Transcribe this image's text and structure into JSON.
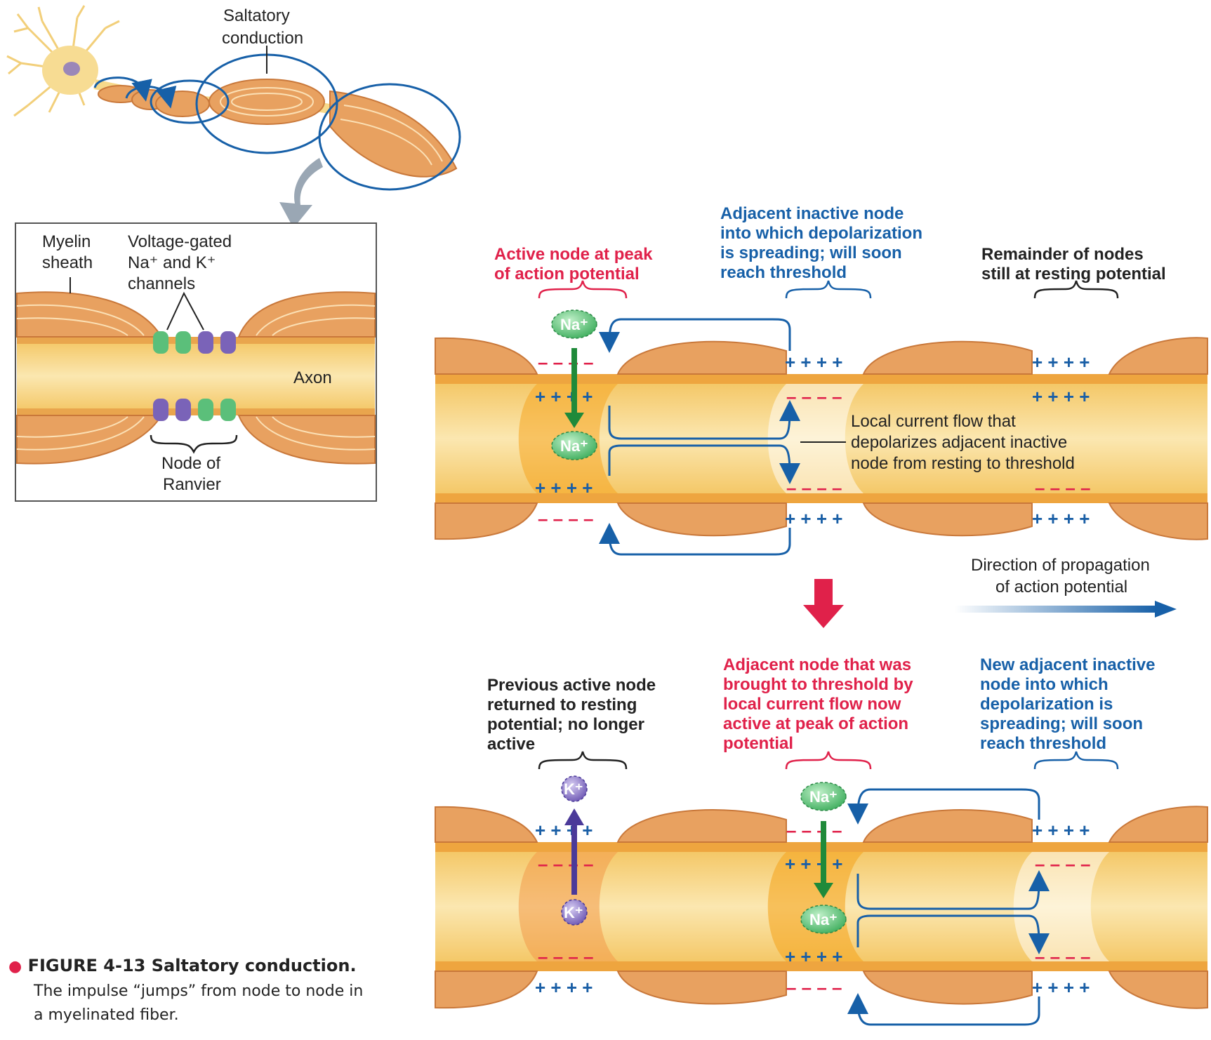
{
  "neuron": {
    "title_line1": "Saltatory",
    "title_line2": "conduction"
  },
  "inset": {
    "myelin_line1": "Myelin",
    "myelin_line2": "sheath",
    "channels_line1": "Voltage-gated",
    "channels_line2": "Na⁺ and K⁺",
    "channels_line3": "channels",
    "axon": "Axon",
    "node_line1": "Node of",
    "node_line2": "Ranvier"
  },
  "top": {
    "active_line1": "Active node at peak",
    "active_line2": "of action potential",
    "adjacent_line1": "Adjacent inactive node",
    "adjacent_line2": "into which depolarization",
    "adjacent_line3": "is spreading; will soon",
    "adjacent_line4": "reach threshold",
    "remainder_line1": "Remainder of nodes",
    "remainder_line2": "still at resting potential",
    "local_line1": "Local current flow that",
    "local_line2": "depolarizes adjacent inactive",
    "local_line3": "node from resting to threshold",
    "ion_na": "Na⁺"
  },
  "direction": {
    "line1": "Direction of propagation",
    "line2": "of action potential"
  },
  "bottom": {
    "previous_line1": "Previous active node",
    "previous_line2": "returned to resting",
    "previous_line3": "potential; no longer",
    "previous_line4": "active",
    "brought_line1": "Adjacent node that was",
    "brought_line2": "brought to threshold by",
    "brought_line3": "local current flow now",
    "brought_line4": "active at peak of action",
    "brought_line5": "potential",
    "new_line1": "New adjacent inactive",
    "new_line2": "node into which",
    "new_line3": "depolarization is",
    "new_line4": "spreading; will soon",
    "new_line5": "reach threshold",
    "ion_na": "Na⁺",
    "ion_k": "K⁺"
  },
  "signs": {
    "plus": "+ + + +",
    "minus": "– – – –"
  },
  "caption": {
    "title": "FIGURE 4-13 Saltatory conduction.",
    "body_line1": "The impulse “jumps” from node to node in",
    "body_line2": "a myelinated fiber."
  },
  "colors": {
    "red_label": "#e0214a",
    "blue_label": "#1760a8",
    "myelin": "#e8a160",
    "axon": "#f7d98a",
    "na_channel": "#5bbf7a",
    "k_channel": "#7a63b8",
    "na_arrow": "#1f8a3a",
    "k_arrow": "#4b3a99",
    "current_arrow": "#1760a8"
  }
}
